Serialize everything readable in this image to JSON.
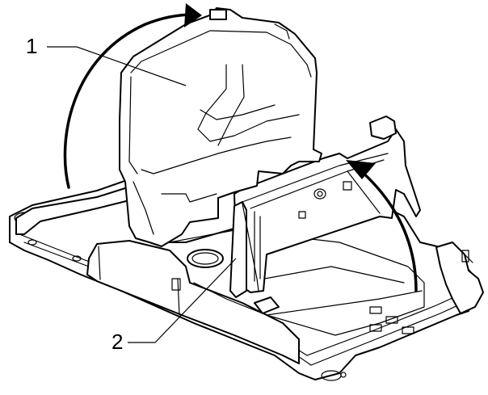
{
  "callouts": [
    {
      "id": 1,
      "label": "1"
    },
    {
      "id": 2,
      "label": "2"
    }
  ],
  "colors": {
    "line": "#000000",
    "background": "#ffffff"
  }
}
